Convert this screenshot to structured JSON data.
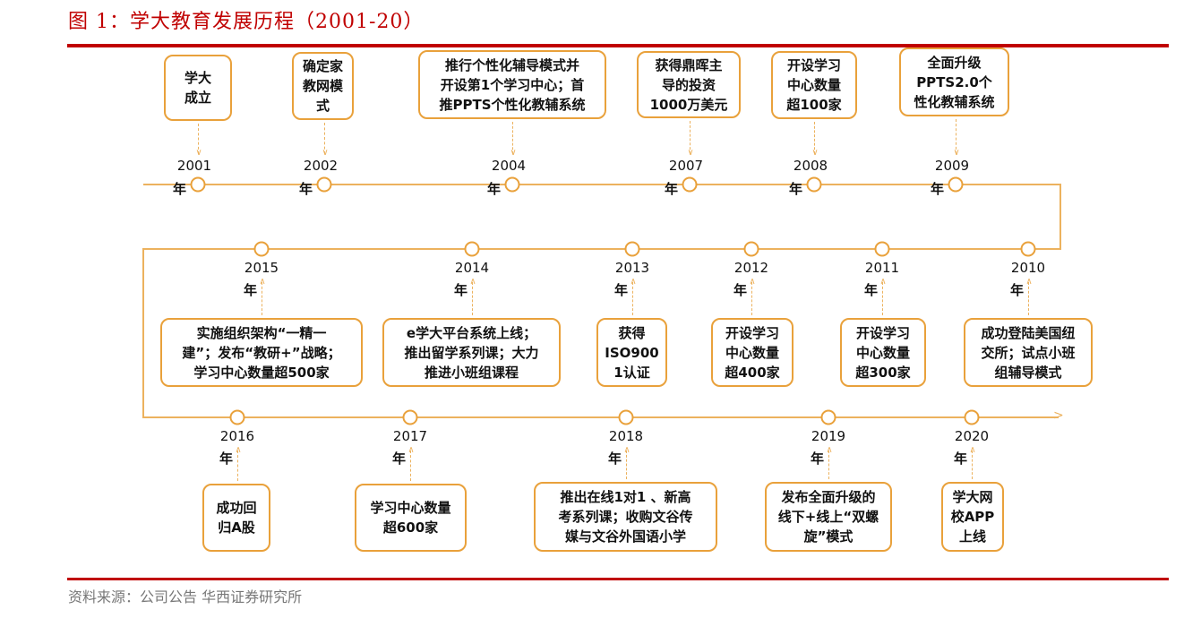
{
  "title": "图 1：学大教育发展历程（2001-20）",
  "source": "资料来源：公司公告 华西证券研究所",
  "year_suffix": "年",
  "colors": {
    "accent_red": "#c00000",
    "timeline_orange": "#e9a13b"
  },
  "events": [
    {
      "year": "2001",
      "lines": [
        "学大",
        "成立"
      ]
    },
    {
      "year": "2002",
      "lines": [
        "确定家",
        "教网模",
        "式"
      ]
    },
    {
      "year": "2004",
      "lines": [
        "推行个性化辅导模式并",
        "开设第1个学习中心；首",
        "推PPTS个性化教辅系统"
      ]
    },
    {
      "year": "2007",
      "lines": [
        "获得鼎晖主",
        "导的投资",
        "1000万美元"
      ]
    },
    {
      "year": "2008",
      "lines": [
        "开设学习",
        "中心数量",
        "超100家"
      ]
    },
    {
      "year": "2009",
      "lines": [
        "全面升级",
        "PPTS2.0个",
        "性化教辅系统"
      ]
    },
    {
      "year": "2010",
      "lines": [
        "成功登陆美国纽",
        "交所；试点小班",
        "组辅导模式"
      ]
    },
    {
      "year": "2011",
      "lines": [
        "开设学习",
        "中心数量",
        "超300家"
      ]
    },
    {
      "year": "2012",
      "lines": [
        "开设学习",
        "中心数量",
        "超400家"
      ]
    },
    {
      "year": "2013",
      "lines": [
        "获得",
        "ISO900",
        "1认证"
      ]
    },
    {
      "year": "2014",
      "lines": [
        "e学大平台系统上线；",
        "推出留学系列课；大力",
        "推进小班组课程"
      ]
    },
    {
      "year": "2015",
      "lines": [
        "实施组织架构“一精一",
        "建”；发布“教研+”战略；",
        "学习中心数量超500家"
      ]
    },
    {
      "year": "2016",
      "lines": [
        "成功回",
        "归A股"
      ]
    },
    {
      "year": "2017",
      "lines": [
        "学习中心数量",
        "超600家"
      ]
    },
    {
      "year": "2018",
      "lines": [
        "推出在线1对1 、新高",
        "考系列课；收购文谷传",
        "媒与文谷外国语小学"
      ]
    },
    {
      "year": "2019",
      "lines": [
        "发布全面升级的",
        "线下+线上“双螺",
        "旋”模式"
      ]
    },
    {
      "year": "2020",
      "lines": [
        "学大网",
        "校APP",
        "上线"
      ]
    }
  ]
}
